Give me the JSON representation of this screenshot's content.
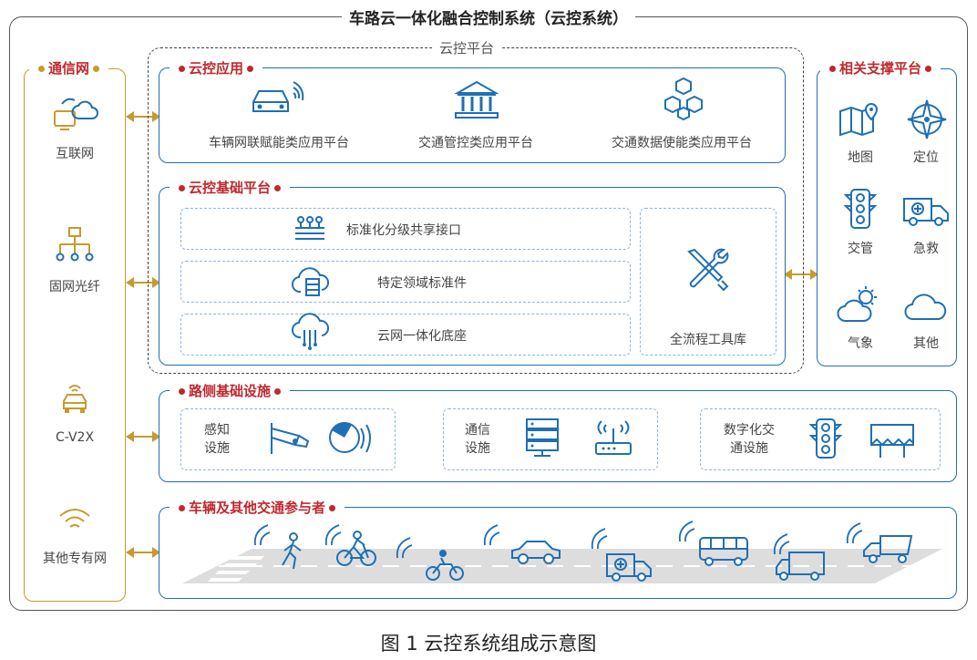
{
  "title": "车路云一体化融合控制系统（云控系统）",
  "caption": "图 1 云控系统组成示意图",
  "comm_network": {
    "title": "通信网",
    "items": [
      "互联网",
      "固网光纤",
      "C-V2X",
      "其他专有网"
    ]
  },
  "cloud_platform": {
    "title": "云控平台",
    "app": {
      "title": "云控应用",
      "items": [
        "车辆网联赋能类应用平台",
        "交通管控类应用平台",
        "交通数据使能类应用平台"
      ]
    },
    "base": {
      "title": "云控基础平台",
      "layers": [
        "标准化分级共享接口",
        "特定领域标准件",
        "云网一体化底座"
      ],
      "toolkit": "全流程工具库"
    }
  },
  "support": {
    "title": "相关支撑平台",
    "items": [
      "地图",
      "定位",
      "交管",
      "急救",
      "气象",
      "其他"
    ]
  },
  "roadside": {
    "title": "路侧基础设施",
    "groups": [
      "感知\n设施",
      "通信\n设施",
      "数字化交\n通设施"
    ]
  },
  "vehicles": {
    "title": "车辆及其他交通参与者"
  }
}
